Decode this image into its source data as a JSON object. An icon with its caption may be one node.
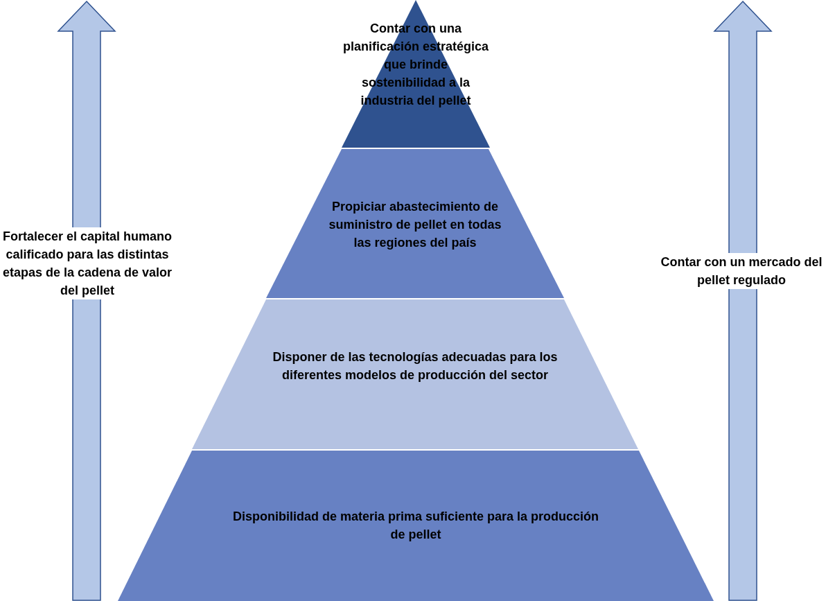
{
  "diagram": {
    "nodes": [
      {
        "text": [
          "Contar con una planificación estratégica que brinde sostenibilidad a la industria del pellet"
        ]
      },
      {
        "text": [
          "Propiciar abastecimiento de suministro de pellet en todas las regiones del país"
        ]
      },
      {
        "text": [
          "Disponer de las tecnologías adecuadas para los diferentes modelos de producción del sector"
        ]
      },
      {
        "text": [
          "Disponibilidad de materia prima suficiente para la producción de pellet"
        ]
      },
      {
        "text": [
          "Fortalecer el capital humano calificado para las distintas etapas de la cadena de valor del pellet"
        ]
      },
      {
        "text": [
          "Contar con un mercado del pellet regulado"
        ]
      }
    ]
  }
}
